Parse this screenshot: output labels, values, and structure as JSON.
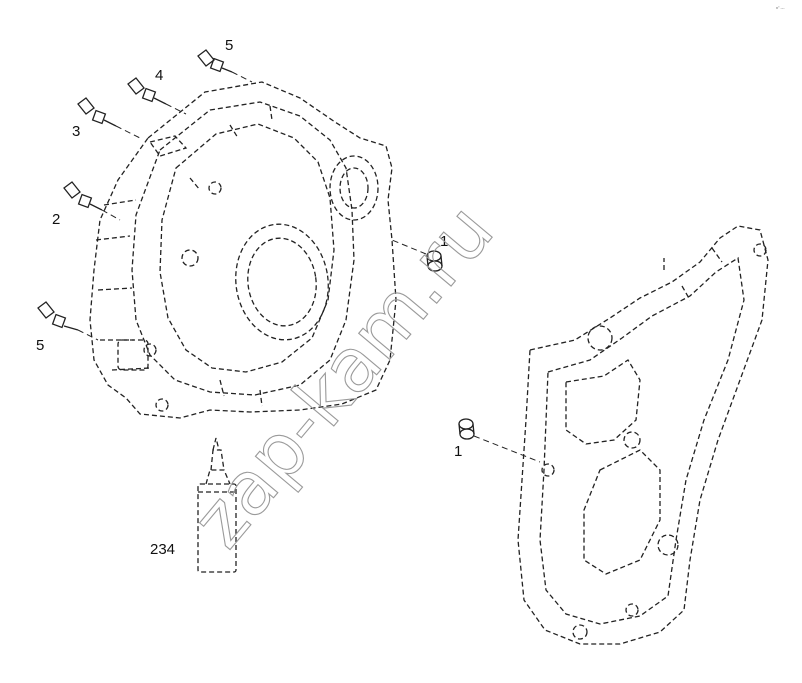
{
  "callouts": {
    "c5_top": "5",
    "c4": "4",
    "c3": "3",
    "c2": "2",
    "c5_left": "5",
    "c1_housing": "1",
    "c1_plate": "1",
    "c234": "234"
  },
  "watermark": "zap-kam.ru",
  "colors": {
    "ink": "#222222",
    "watermark": "#9a9a9a"
  },
  "icons": [
    "bolt-icon",
    "dowel-pin-icon",
    "sealant-tube-icon"
  ]
}
